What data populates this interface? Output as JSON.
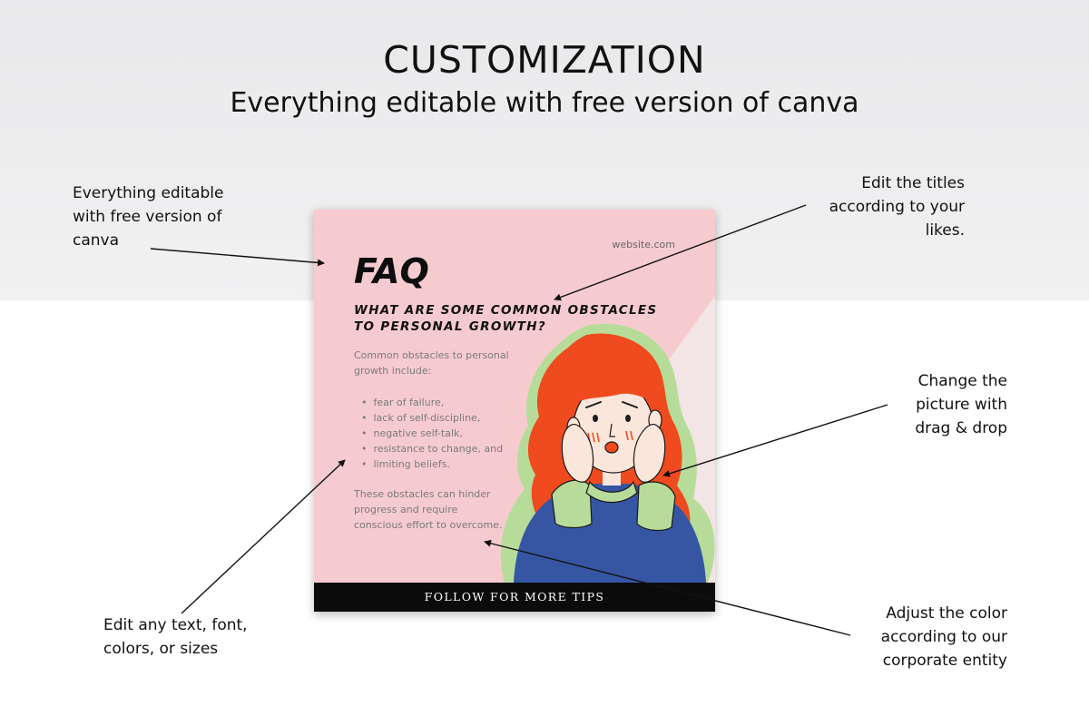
{
  "header": {
    "title": "CUSTOMIZATION",
    "subtitle": "Everything editable with free version of canva"
  },
  "notes": {
    "top_left": [
      "Everything editable",
      "with free version of",
      "canva"
    ],
    "top_right": [
      "Edit the titles",
      "according to your",
      "likes."
    ],
    "middle_right": [
      "Change the",
      "picture with",
      "drag & drop"
    ],
    "bottom_left": [
      "Edit any text, font,",
      "colors, or sizes"
    ],
    "bottom_right": [
      "Adjust the color",
      "according to our",
      "corporate entity"
    ]
  },
  "card": {
    "website": "website.com",
    "heading": "FAQ",
    "question": "WHAT ARE SOME COMMON OBSTACLES TO PERSONAL GROWTH?",
    "intro": "Common obstacles to personal growth include:",
    "bullets": [
      "fear of failure,",
      "lack of self-discipline,",
      "negative self-talk,",
      "resistance to change, and",
      "limiting beliefs."
    ],
    "outro": "These obstacles can hinder progress and require conscious effort to overcome.",
    "footer": "FOLLOW FOR MORE TIPS"
  },
  "colors": {
    "card_background": "#f6cbcf",
    "card_accent": "#f3e4e5",
    "hair": "#f04a1f",
    "sweater": "#3656a3",
    "collar": "#b7dc9a",
    "footer_bar": "#0b0b0b"
  }
}
